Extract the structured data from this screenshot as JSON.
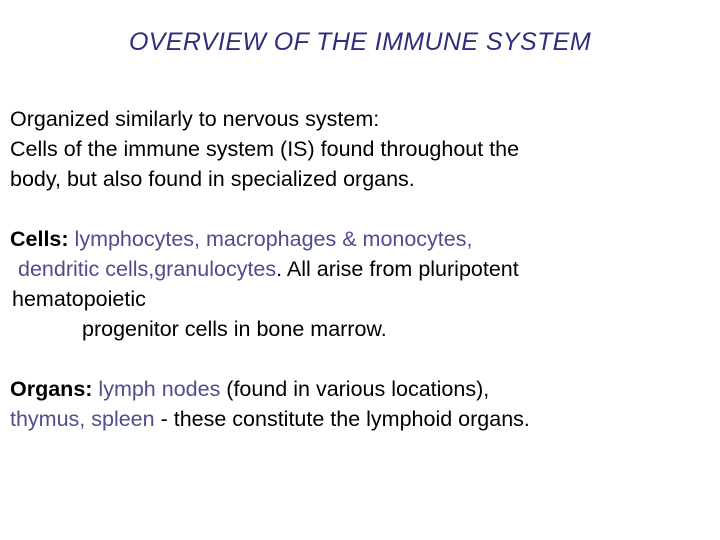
{
  "slide": {
    "title": "OVERVIEW OF THE IMMUNE SYSTEM",
    "title_color": "#2e2e7d",
    "body_color": "#000000",
    "highlight_color": "#4d4d8f",
    "background_color": "#ffffff",
    "blocks": [
      {
        "id": "intro",
        "lines": [
          {
            "id": "intro-line-1",
            "text": "Organized similarly to nervous system:"
          },
          {
            "id": "intro-line-2",
            "text": "Cells of the immune system (IS) found throughout the"
          },
          {
            "id": "intro-line-3",
            "text": "body, but also found in specialized organs."
          }
        ]
      },
      {
        "id": "cells",
        "label": "Cells:",
        "lines": [
          {
            "id": "cells-line-1",
            "highlight_lead": " lymphocytes, macrophages & monocytes,"
          },
          {
            "id": "cells-line-2",
            "highlight": "dendritic cells,granulocytes",
            "plain": ". All arise from pluripotent"
          },
          {
            "id": "cells-line-3",
            "plain": "hematopoietic"
          },
          {
            "id": "cells-line-4",
            "plain": "progenitor cells in bone marrow."
          }
        ]
      },
      {
        "id": "organs",
        "label": "Organs:",
        "lines": [
          {
            "id": "organs-line-1",
            "highlight_lead": " lymph nodes",
            "plain": " (found in various locations),"
          },
          {
            "id": "organs-line-2",
            "highlight": "thymus, spleen",
            "plain": " - these constitute the lymphoid organs."
          }
        ]
      }
    ]
  }
}
